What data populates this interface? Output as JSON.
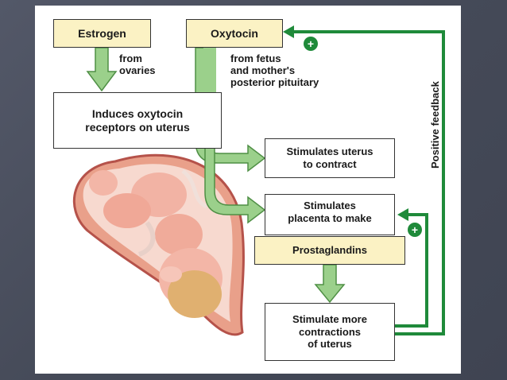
{
  "boxes": {
    "estrogen": "Estrogen",
    "oxytocin": "Oxytocin",
    "induces": "Induces oxytocin\nreceptors on uterus",
    "uterus_contract": "Stimulates uterus\nto contract",
    "placenta": "Stimulates\nplacenta to make",
    "prostaglandins": "Prostaglandins",
    "more_contractions": "Stimulate more\ncontractions\nof uterus"
  },
  "notes": {
    "from_ovaries": "from\novaries",
    "from_fetus": "from fetus\nand mother's\nposterior pituitary"
  },
  "feedback_label": "Positive feedback",
  "plus_sign": "+",
  "colors": {
    "arrow_fill": "#9bd08b",
    "arrow_stroke": "#4f8f45",
    "feedback_line": "#1f8a3a",
    "box_yellow": "#fbf2c4"
  },
  "icons": {
    "fetus": "fetus-in-uterus-illustration",
    "plus": "plus-circle-icon"
  }
}
